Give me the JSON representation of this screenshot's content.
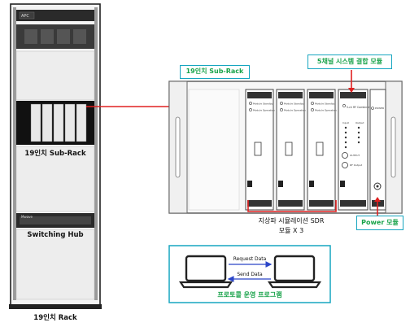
{
  "rack": {
    "label": "19인치 Rack",
    "top_unit_text": "APC",
    "subrack_label": "19인치 Sub-Rack",
    "hub_label": "Switching Hub",
    "hub_brand": "Mwave"
  },
  "subrack": {
    "callout": "19인치 Sub-Rack",
    "sdr_module_led1": "Module Standby",
    "sdr_module_led2": "Module Operation",
    "combiner_title": "5-ch RF Combiner",
    "combiner_inputs_label": "Input",
    "combiner_outputs_label": "Output",
    "combiner_port1": "OUTPUT",
    "combiner_port2": "RF Output",
    "power_title": "POWER"
  },
  "callouts": {
    "combiner": "5채널 시스템 결합 모듈",
    "sdr_line1": "지상파 시뮬레이션 SDR",
    "sdr_line2": "모듈 X 3",
    "power": "Power 모듈"
  },
  "program": {
    "request": "Request Data",
    "send": "Send Data",
    "caption": "프로토콜 운영 프로그램"
  },
  "colors": {
    "connector": "#e02020",
    "callout_border": "#17a6c0",
    "callout_text": "#19a34a",
    "arrow": "#2a45c8",
    "rack_frame": "#222222"
  }
}
